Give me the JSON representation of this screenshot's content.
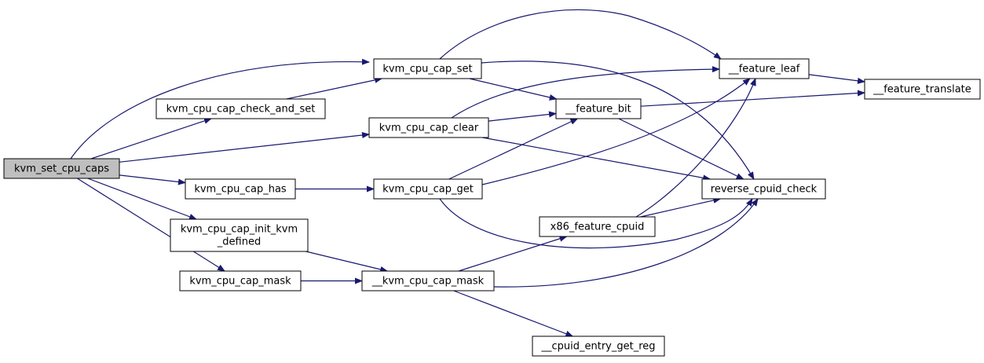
{
  "colors": {
    "edge": "#191970",
    "node_fill": "#ffffff",
    "root_fill": "#bfbfbf",
    "node_border": "#000000"
  },
  "nodes": [
    {
      "id": "kvm_set_cpu_caps",
      "lines": [
        "kvm_set_cpu_caps"
      ],
      "root": true
    },
    {
      "id": "kvm_cpu_cap_set",
      "lines": [
        "kvm_cpu_cap_set"
      ]
    },
    {
      "id": "kvm_cpu_cap_check_and_set",
      "lines": [
        "kvm_cpu_cap_check_and_set"
      ]
    },
    {
      "id": "kvm_cpu_cap_clear",
      "lines": [
        "kvm_cpu_cap_clear"
      ]
    },
    {
      "id": "kvm_cpu_cap_has",
      "lines": [
        "kvm_cpu_cap_has"
      ]
    },
    {
      "id": "kvm_cpu_cap_get",
      "lines": [
        "kvm_cpu_cap_get"
      ]
    },
    {
      "id": "kvm_cpu_cap_init_kvm_defined",
      "lines": [
        "kvm_cpu_cap_init_kvm",
        "_defined"
      ]
    },
    {
      "id": "kvm_cpu_cap_mask",
      "lines": [
        "kvm_cpu_cap_mask"
      ]
    },
    {
      "id": "__kvm_cpu_cap_mask",
      "lines": [
        "__kvm_cpu_cap_mask"
      ]
    },
    {
      "id": "__feature_leaf",
      "lines": [
        "__feature_leaf"
      ]
    },
    {
      "id": "__feature_bit",
      "lines": [
        "__feature_bit"
      ]
    },
    {
      "id": "__feature_translate",
      "lines": [
        "__feature_translate"
      ]
    },
    {
      "id": "reverse_cpuid_check",
      "lines": [
        "reverse_cpuid_check"
      ]
    },
    {
      "id": "x86_feature_cpuid",
      "lines": [
        "x86_feature_cpuid"
      ]
    },
    {
      "id": "__cpuid_entry_get_reg",
      "lines": [
        "__cpuid_entry_get_reg"
      ]
    }
  ],
  "edges": [
    {
      "from": "kvm_set_cpu_caps",
      "to": "kvm_cpu_cap_set"
    },
    {
      "from": "kvm_set_cpu_caps",
      "to": "kvm_cpu_cap_check_and_set"
    },
    {
      "from": "kvm_set_cpu_caps",
      "to": "kvm_cpu_cap_clear"
    },
    {
      "from": "kvm_set_cpu_caps",
      "to": "kvm_cpu_cap_has"
    },
    {
      "from": "kvm_set_cpu_caps",
      "to": "kvm_cpu_cap_init_kvm_defined"
    },
    {
      "from": "kvm_set_cpu_caps",
      "to": "kvm_cpu_cap_mask"
    },
    {
      "from": "kvm_cpu_cap_check_and_set",
      "to": "kvm_cpu_cap_set"
    },
    {
      "from": "kvm_cpu_cap_set",
      "to": "__feature_leaf"
    },
    {
      "from": "kvm_cpu_cap_set",
      "to": "__feature_bit"
    },
    {
      "from": "kvm_cpu_cap_set",
      "to": "reverse_cpuid_check"
    },
    {
      "from": "kvm_cpu_cap_clear",
      "to": "__feature_leaf"
    },
    {
      "from": "kvm_cpu_cap_clear",
      "to": "__feature_bit"
    },
    {
      "from": "kvm_cpu_cap_clear",
      "to": "reverse_cpuid_check"
    },
    {
      "from": "kvm_cpu_cap_has",
      "to": "kvm_cpu_cap_get"
    },
    {
      "from": "kvm_cpu_cap_get",
      "to": "__feature_leaf"
    },
    {
      "from": "kvm_cpu_cap_get",
      "to": "__feature_bit"
    },
    {
      "from": "kvm_cpu_cap_get",
      "to": "reverse_cpuid_check"
    },
    {
      "from": "kvm_cpu_cap_init_kvm_defined",
      "to": "__kvm_cpu_cap_mask"
    },
    {
      "from": "kvm_cpu_cap_mask",
      "to": "__kvm_cpu_cap_mask"
    },
    {
      "from": "__kvm_cpu_cap_mask",
      "to": "x86_feature_cpuid"
    },
    {
      "from": "__kvm_cpu_cap_mask",
      "to": "reverse_cpuid_check"
    },
    {
      "from": "__kvm_cpu_cap_mask",
      "to": "__cpuid_entry_get_reg"
    },
    {
      "from": "__feature_leaf",
      "to": "__feature_translate"
    },
    {
      "from": "__feature_bit",
      "to": "__feature_translate"
    },
    {
      "from": "__feature_bit",
      "to": "reverse_cpuid_check"
    },
    {
      "from": "x86_feature_cpuid",
      "to": "__feature_leaf"
    },
    {
      "from": "x86_feature_cpuid",
      "to": "reverse_cpuid_check"
    }
  ]
}
